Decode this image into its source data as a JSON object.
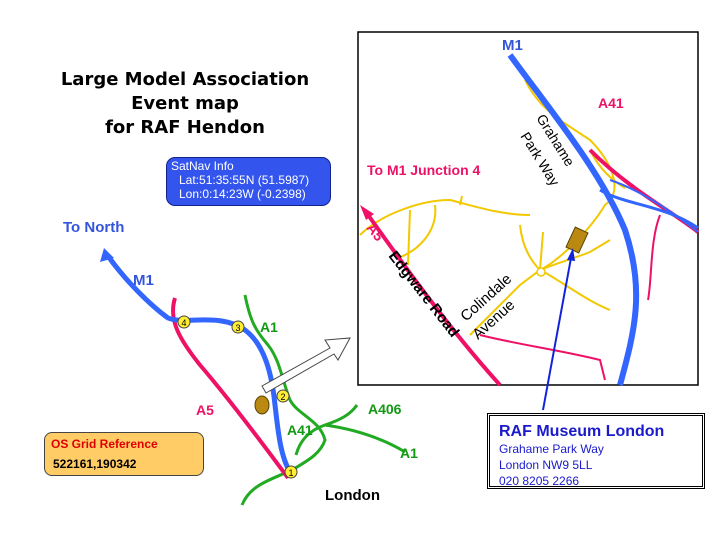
{
  "title": {
    "line1": "Large Model Association",
    "line2": "Event map",
    "line3": "for RAF Hendon"
  },
  "satnav": {
    "heading": "SatNav Info",
    "lat": "Lat:51:35:55N (51.5987)",
    "lon": "Lon:0:14:23W (-0.2398)"
  },
  "os_grid": {
    "heading": "OS Grid Reference",
    "value": "522161,190342"
  },
  "museum": {
    "name_bold": "RAF",
    "name_rest": "Museum London",
    "street": "Grahame Park Way",
    "town": "London NW9 5LL",
    "phone": "020 8205 2266"
  },
  "overview_labels": {
    "to_north": "To North",
    "m1": "M1",
    "a1_top": "A1",
    "a5": "A5",
    "a41": "A41",
    "a406": "A406",
    "a1_bottom": "A1",
    "london": "London"
  },
  "junctions": [
    "1",
    "2",
    "3",
    "4"
  ],
  "inset_labels": {
    "m1": "M1",
    "a41": "A41",
    "to_m1_j4": "To M1 Junction 4",
    "a5": "A5",
    "edgware_road": "Edgware Road",
    "grahame_park_way": "Grahame Park Way",
    "grahame": "Grahame",
    "park_way": "Park Way",
    "colindale": "Colindale",
    "avenue": "Avenue"
  },
  "colors": {
    "motorway": "#3366ff",
    "a_road_red": "#ee1166",
    "a_road_green": "#22aa22",
    "minor_road": "#f2c800",
    "label_blue": "#3355dd",
    "label_red": "#ee1166",
    "label_green": "#119911"
  }
}
